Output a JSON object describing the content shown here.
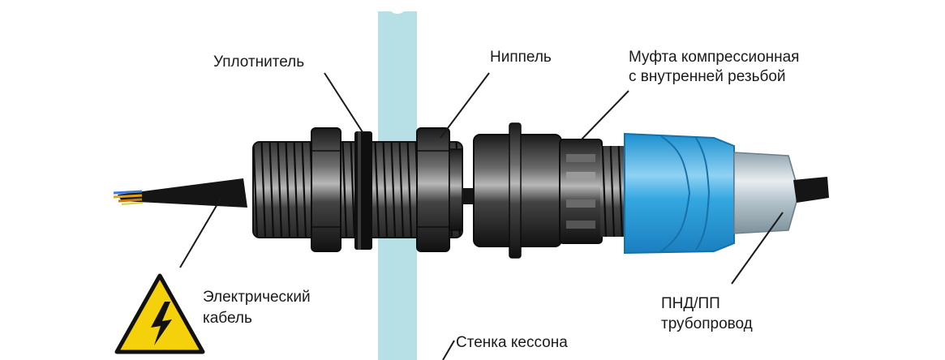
{
  "labels": {
    "seal": "Уплотнитель",
    "nipple": "Ниппель",
    "coupling_line1": "Муфта компрессионная",
    "coupling_line2": "с внутренней резьбой",
    "cable_line1": "Электрический",
    "cable_line2": "кабель",
    "pipe_line1": "ПНД/ПП",
    "pipe_line2": "трубопровод",
    "wall": "Стенка кессона"
  },
  "icons": {
    "warning": "high-voltage-warning-icon"
  },
  "colors": {
    "wall": "#b7dfe6",
    "coupling_blue": "#2ea3df",
    "pipe_gray": "#b4c3cb",
    "fitting_dark": "#2b2b2b",
    "warning_yellow": "#f5d10b"
  }
}
